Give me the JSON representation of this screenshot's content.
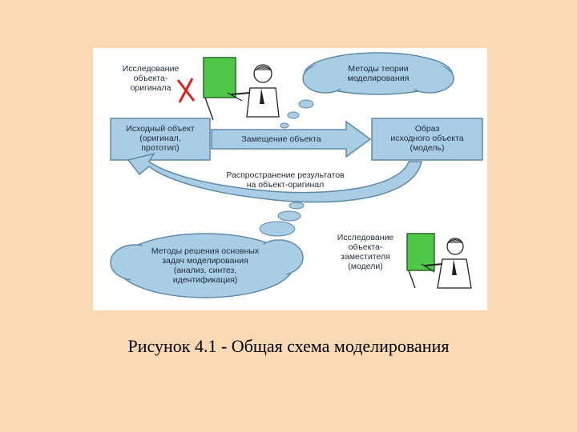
{
  "diagram": {
    "research_original_lines": [
      "Исследование",
      "объекта-",
      "оригинала"
    ],
    "cloud_theory_lines": [
      "Методы теории",
      "моделирования"
    ],
    "box_left_lines": [
      "Исходный объект",
      "(оригинал,",
      "прототип)"
    ],
    "arrow_replace": "Замещение объекта",
    "box_right_lines": [
      "Образ",
      "исходного объекта",
      "(модель)"
    ],
    "arrow_spread_lines": [
      "Распространение результатов",
      "на объект-оригинал"
    ],
    "cloud_methods_lines": [
      "Методы решения основных",
      "задач моделирования",
      "(анализ, синтез,",
      "идентификация)"
    ],
    "research_substitute_lines": [
      "Исследование",
      "объекта-",
      "заместителя",
      "(модели)"
    ],
    "colors": {
      "box_fill": "#a9cde4",
      "arrow_fill": "#a9cde4",
      "cloud_fill": "#a9cde4",
      "board_green": "#4fc84a",
      "cross_red": "#e0201b"
    }
  },
  "caption": "Рисунок 4.1 - Общая схема моделирования"
}
